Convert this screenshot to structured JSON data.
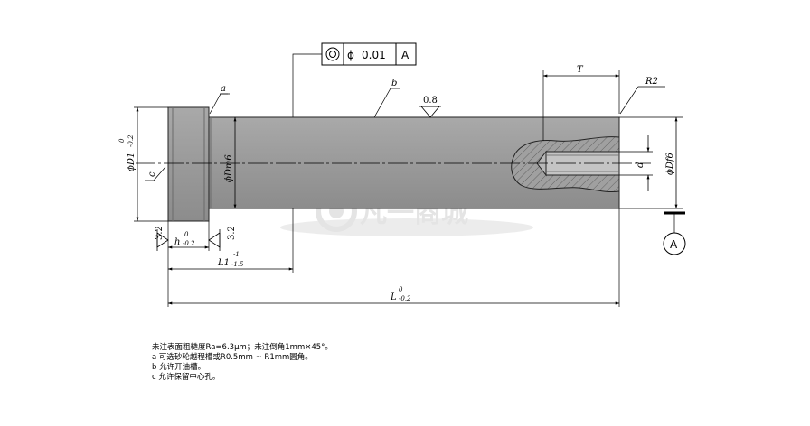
{
  "frame_control": {
    "symbol": "concentricity-icon",
    "phi": "ϕ",
    "tolerance": "0.01",
    "datum": "A"
  },
  "dimensions": {
    "D1": "ϕD1",
    "D1_tol_upper": "0",
    "D1_tol_lower": "-0.2",
    "Dm": "ϕDm6",
    "Df": "ϕDf6",
    "d": "d",
    "T": "T",
    "R2": "R2",
    "h": "h",
    "h_tol_upper": "0",
    "h_tol_lower": "-0.2",
    "L1": "L1",
    "L1_tol_upper": "-1",
    "L1_tol_lower": "-1.5",
    "L": "L",
    "L_tol_upper": "0",
    "L_tol_lower": "-0.2"
  },
  "roughness": {
    "top": "0.8",
    "left": "3.2",
    "right": "3.2"
  },
  "callouts": {
    "a_top": "a",
    "b": "b",
    "c": "c"
  },
  "datum_label": "A",
  "watermark": "凡一商城",
  "notes": [
    "未注表面粗糙度Ra=6.3μm；未注倒角1mm×45°。",
    "a  可选砂轮越程槽或R0.5mm ~ R1mm圆角。",
    "b  允许开油槽。",
    "c  允许保留中心孔。"
  ]
}
